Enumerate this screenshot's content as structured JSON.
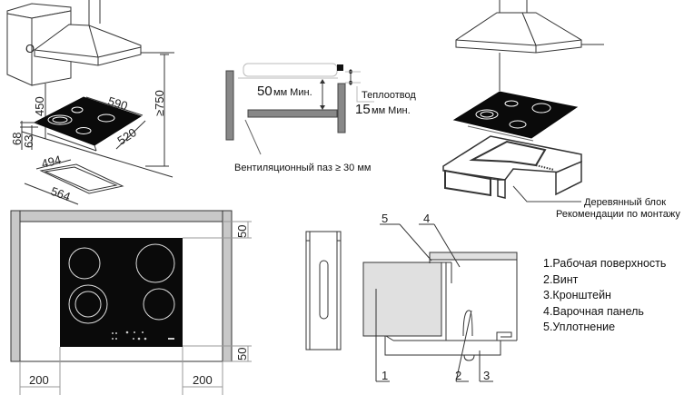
{
  "diagram_1_isometric": {
    "dimensions": {
      "hood_to_hob": "450",
      "counter_min_height": "≥750",
      "hob_width": "590",
      "hob_depth": "520",
      "hob_thickness_a": "68",
      "hob_thickness_b": "63",
      "cutout_depth": "494",
      "cutout_width": "564"
    }
  },
  "diagram_2_ventilation": {
    "gap_top": "50",
    "gap_top_unit": "мм Мин.",
    "heat_sink_label": "Теплоотвод",
    "gap_bottom": "15",
    "gap_bottom_unit": "мм Мин.",
    "vent_slot_label": "Вентиляционный паз ≥ 30 мм"
  },
  "diagram_3_exploded": {
    "wood_block_label": "Деревянный блок",
    "install_recommendation_label": "Рекомендации по монтажу"
  },
  "diagram_4_top_view": {
    "side_margin_left": "200",
    "side_margin_right": "200",
    "top_margin": "50",
    "bottom_margin": "50"
  },
  "diagram_5_bracket": {
    "callouts": [
      "1",
      "2",
      "3",
      "4",
      "5"
    ],
    "legend": [
      "1.Рабочая поверхность",
      "2.Винт",
      "3.Кронштейн",
      "4.Варочная панель",
      "5.Уплотнение"
    ]
  },
  "colors": {
    "glass": "#0a0a0a",
    "counter_gray": "#c8c8c8",
    "line": "#333333",
    "panel_gray": "#e0e0e0"
  }
}
